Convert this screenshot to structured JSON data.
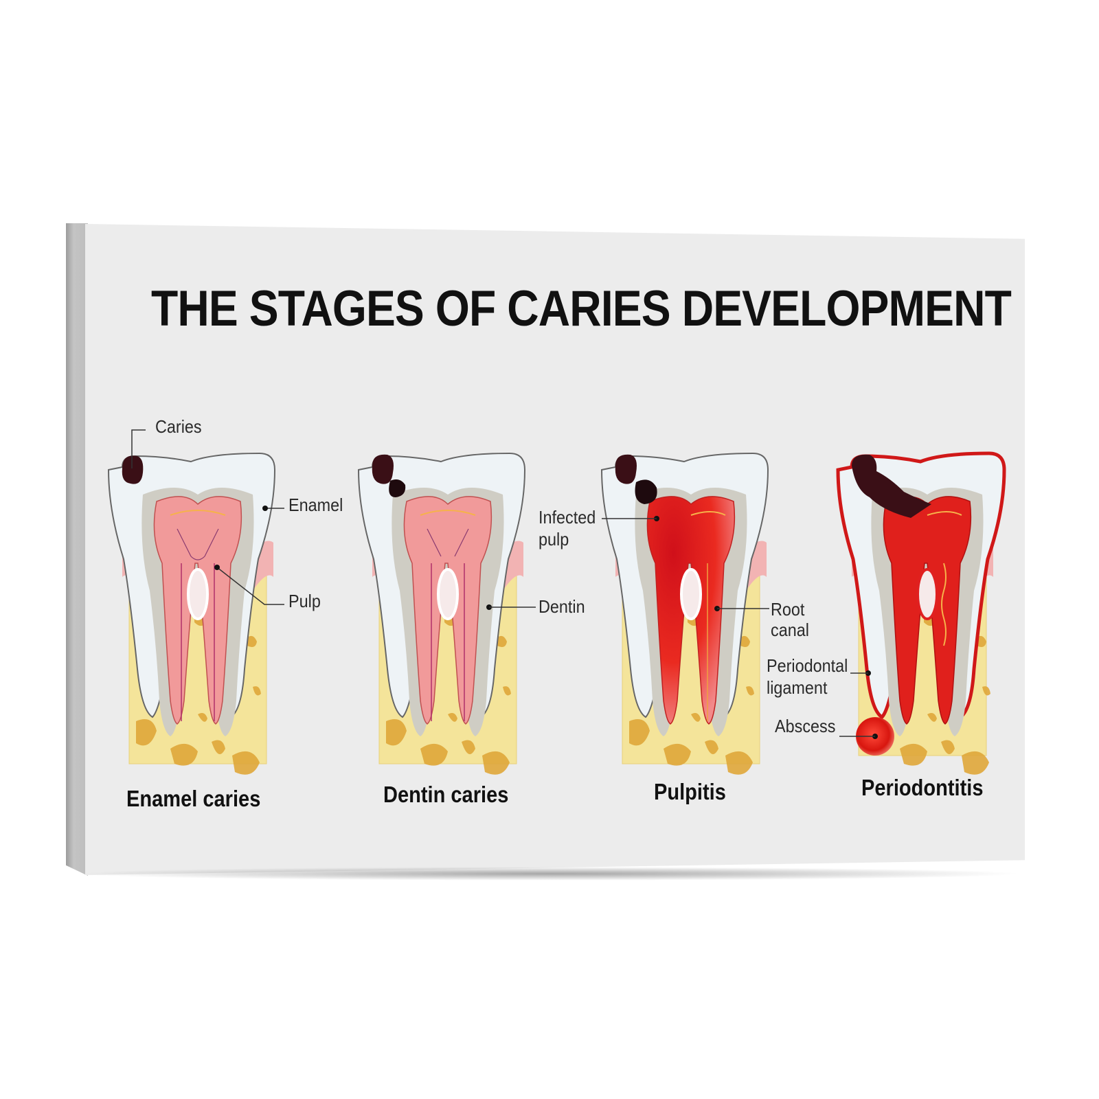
{
  "title": "THE STAGES OF CARIES DEVELOPMENT",
  "stages": [
    {
      "name": "Enamel caries",
      "labels": [
        "Caries",
        "Enamel",
        "Pulp"
      ]
    },
    {
      "name": "Dentin caries",
      "labels": [
        "Dentin"
      ]
    },
    {
      "name": "Pulpitis",
      "labels": [
        "Infected pulp",
        "Root canal"
      ]
    },
    {
      "name": "Periodontitis",
      "labels": [
        "Periodontal ligament",
        "Abscess"
      ]
    }
  ],
  "labels": {
    "caries": "Caries",
    "enamel": "Enamel",
    "pulp": "Pulp",
    "dentin": "Dentin",
    "infected_pulp_1": "Infected",
    "infected_pulp_2": "pulp",
    "root_canal_1": "Root",
    "root_canal_2": "canal",
    "periodontal_1": "Periodontal",
    "periodontal_2": "ligament",
    "abscess": "Abscess"
  },
  "colors": {
    "enamel": "#eef3f6",
    "dentin": "#cfcdc4",
    "pulp_healthy": "#f19a9a",
    "pulp_infected": "#e0201c",
    "caries": "#3a0f16",
    "bone": "#f4e49a",
    "bone_spots": "#e0a83a",
    "gum": "#f2b3b3",
    "canvas": "#ececec"
  }
}
